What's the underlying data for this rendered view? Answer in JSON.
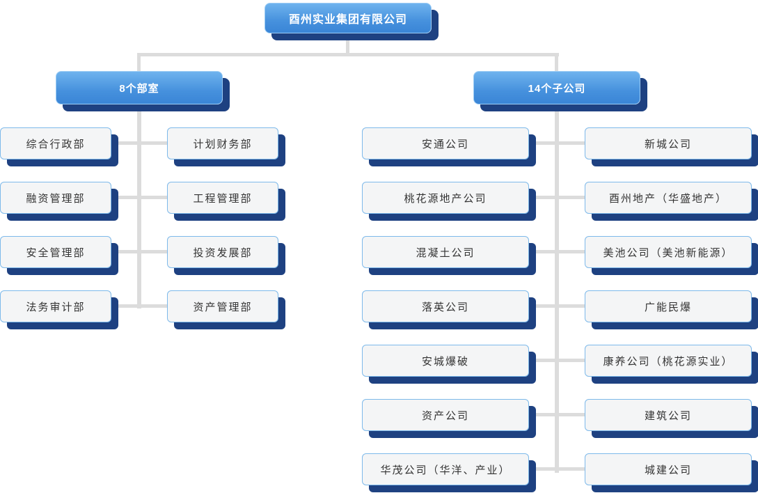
{
  "root": {
    "label": "酉州实业集团有限公司"
  },
  "departments": {
    "title": "8个部室",
    "items": [
      "综合行政部",
      "计划财务部",
      "融资管理部",
      "工程管理部",
      "安全管理部",
      "投资发展部",
      "法务审计部",
      "资产管理部"
    ]
  },
  "subsidiaries": {
    "title": "14个子公司",
    "items": [
      "安通公司",
      "新城公司",
      "桃花源地产公司",
      "酉州地产（华盛地产）",
      "混凝土公司",
      "美池公司（美池新能源）",
      "落英公司",
      "广能民爆",
      "安城爆破",
      "康养公司（桃花源实业）",
      "资产公司",
      "建筑公司",
      "华茂公司（华洋、产业）",
      "城建公司"
    ]
  },
  "colors": {
    "node_gradient_top": "#6fb3ee",
    "node_gradient_bottom": "#3a85d6",
    "node_shadow": "#1e4181",
    "white_node_fill": "#f4f5f6",
    "white_node_border": "#7db9ea",
    "connector": "#dcdcdc",
    "text_dark": "#333333",
    "text_light": "#ffffff"
  }
}
